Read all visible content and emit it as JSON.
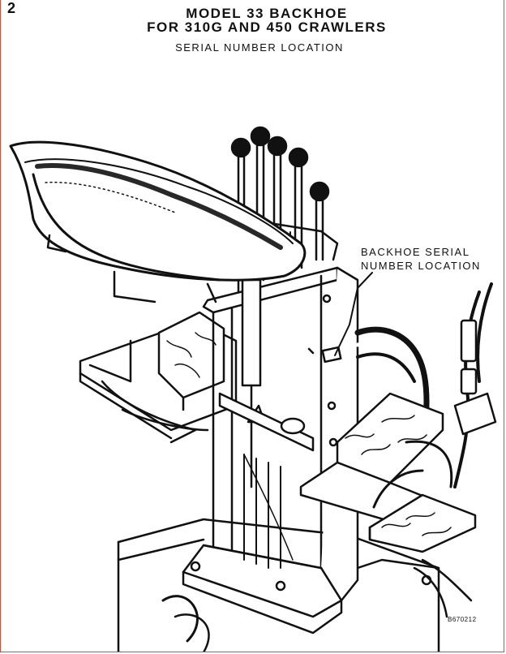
{
  "page": {
    "number": "2",
    "title_line1": "MODEL 33 BACKHOE",
    "title_line2": "FOR 310G AND 450 CRAWLERS",
    "subtitle": "SERIAL NUMBER LOCATION"
  },
  "illustration": {
    "callout_line1": "BACKHOE SERIAL",
    "callout_line2": "NUMBER LOCATION",
    "figure_code": "B670212"
  },
  "colors": {
    "ink": "#111111",
    "page_border": "#d24a3a",
    "paper": "#ffffff"
  }
}
